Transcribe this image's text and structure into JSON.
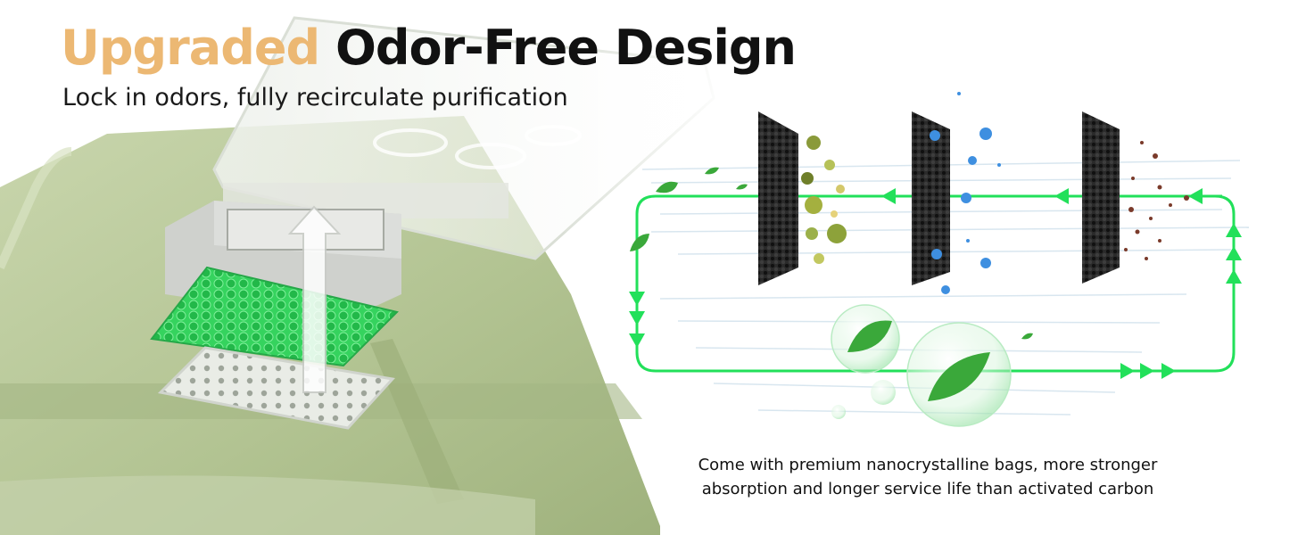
{
  "headline": {
    "accent_word": "Upgraded",
    "main_text": "Odor-Free Design"
  },
  "subheadline": "Lock in odors, fully recirculate purification",
  "caption": {
    "line1": "Come with premium nanocrystalline bags, more stronger",
    "line2": "absorption and longer service life than activated carbon"
  },
  "colors": {
    "accent": "#ecb873",
    "product_body": "#b7c79a",
    "flow_arrow": "#22e05a",
    "filter_bag": "#2fd35a"
  },
  "icons": [
    "filter-panel-icon",
    "bacteria-icon",
    "leaf-icon",
    "bubble-icon",
    "arrow-up-icon"
  ]
}
